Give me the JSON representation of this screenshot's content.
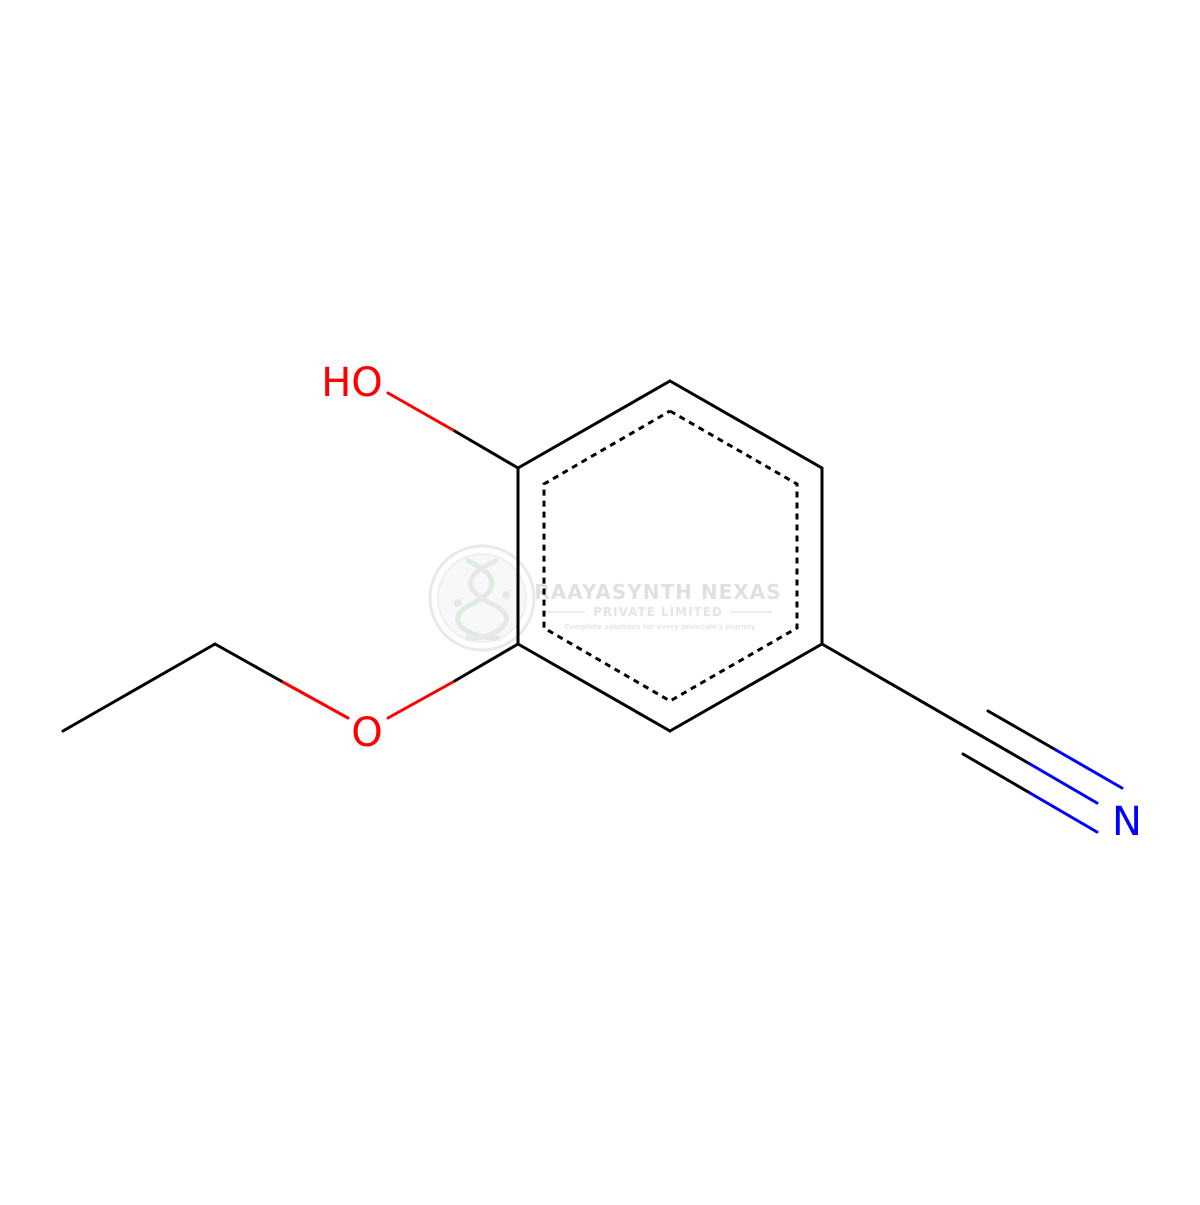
{
  "molecule": {
    "atoms": {
      "hydroxyl": "HO",
      "ether_oxygen": "O",
      "nitrile_nitrogen": "N"
    },
    "colors": {
      "bond": "#000000",
      "oxygen": "#ff0000",
      "nitrogen": "#0000ff"
    }
  },
  "watermark": {
    "company": "RAAYASYNTH NEXAS",
    "subtitle": "PRIVATE LIMITED",
    "tagline": "Complete solutions for every molecule's journey",
    "logo_icon": "dna-helix-logo-icon",
    "color": "#cfcfcf"
  }
}
